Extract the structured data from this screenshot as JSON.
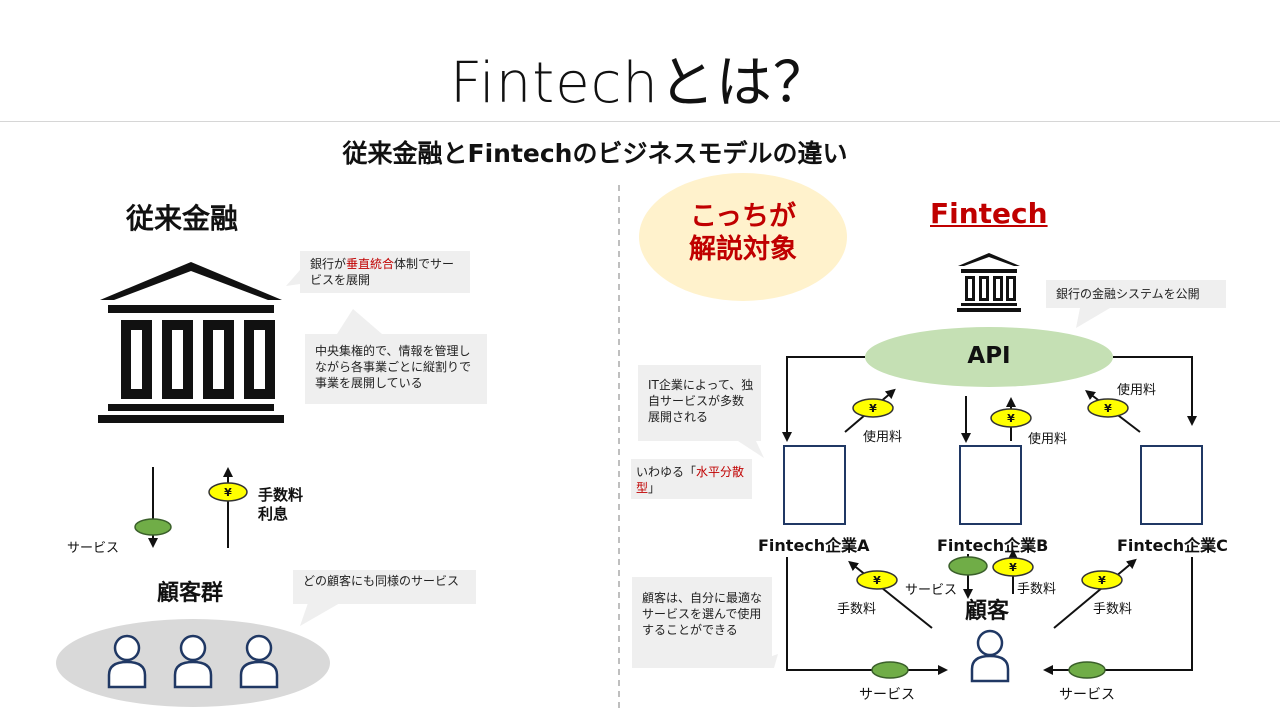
{
  "slide": {
    "title": "Fintechとは？",
    "subtitle": "従来金融とFintechのビジネスモデルの違い"
  },
  "left": {
    "heading": "従来金融",
    "callout1_pre": "銀行が",
    "callout1_red": "垂直統合",
    "callout1_post": "体制でサービスを展開",
    "callout2": "中央集権的で、情報を管理しながら各事業ごとに縦割りで事業を展開している",
    "service_label": "サービス",
    "yen_symbol": "¥",
    "fee_label_line1": "手数料",
    "fee_label_line2": "利息",
    "customer_group": "顧客群",
    "callout3": "どの顧客にも同様のサービス"
  },
  "right": {
    "badge_line1": "こっちが",
    "badge_line2": "解説対象",
    "heading": "Fintech",
    "bank_callout": "銀行の金融システムを公開",
    "api_label": "API",
    "it_callout": "IT企業によって、独自サービスが多数展開される",
    "horizontal_pre": "いわゆる「",
    "horizontal_red": "水平分散型",
    "horizontal_post": "」",
    "usage_fee": "使用料",
    "company_a": "Fintech企業A",
    "company_b": "Fintech企業B",
    "company_c": "Fintech企業C",
    "customer": "顧客",
    "customer_callout": "顧客は、自分に最適なサービスを選んで使用することができる",
    "fee": "手数料",
    "service": "サービス",
    "yen_symbol": "¥"
  },
  "colors": {
    "accent_red": "#c00000",
    "yen_yellow": "#ffff00",
    "service_green": "#70ad47",
    "api_green": "#c5e0b4",
    "badge_yellow": "#fff2cc",
    "navy": "#203864",
    "callout_gray": "#efefef",
    "crowd_gray": "#d9d9d9"
  }
}
